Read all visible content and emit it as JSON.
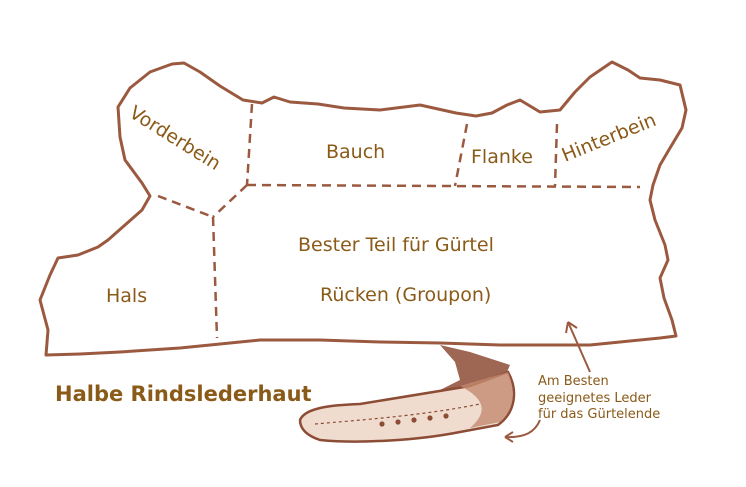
{
  "labels": {
    "vorderbein": "Vorderbein",
    "bauch": "Bauch",
    "flanke": "Flanke",
    "hinterbein": "Hinterbein",
    "hals": "Hals",
    "bester_teil": "Bester Teil für Gürtel",
    "ruecken": "Rücken (Groupon)",
    "title": "Halbe Rindslederhaut",
    "note_line1": "Am Besten",
    "note_line2": "geeignetes Leder",
    "note_line3": "für das Gürtelende"
  },
  "colors": {
    "outline": "#9b5a40",
    "text": "#8a5a18",
    "belt_fill": "#d9b8a4",
    "belt_shade": "#8c4c35"
  }
}
